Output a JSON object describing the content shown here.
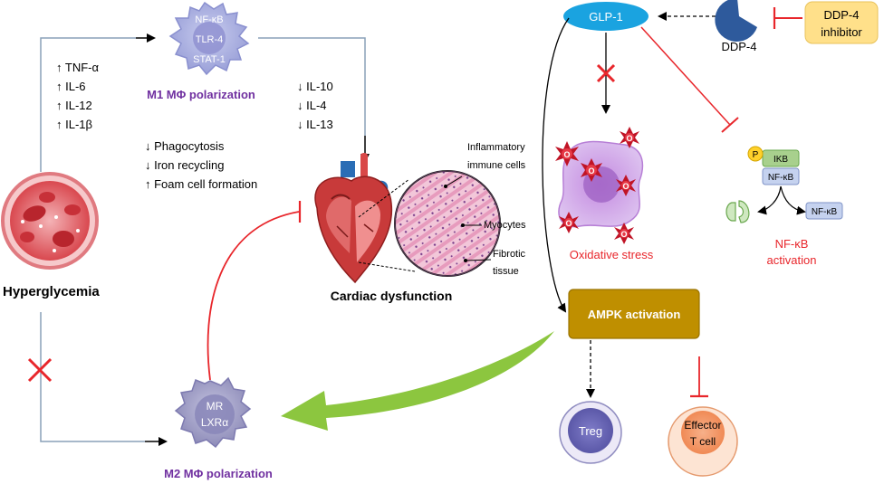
{
  "colors": {
    "purple": "#7030a0",
    "red_text": "#e8262b",
    "ampk_fill": "#bf8f00",
    "glp_fill": "#1aa3e0",
    "ddp4_shape": "#2e5a9c",
    "inhibitor_fill": "#ffe08a",
    "arrow_green": "#8cc63f",
    "inhibit_red": "#e8262b",
    "line_gray": "#8aa1b8"
  },
  "labels": {
    "hyperglycemia": "Hyperglycemia",
    "m1_cell": [
      "NF-κB",
      "TLR-4",
      "STAT-1"
    ],
    "m1_title": "M1 MΦ polarization",
    "m1_cytokines": [
      "↑ TNF-α",
      "↑ IL-6",
      "↑ IL-12",
      "↑ IL-1β"
    ],
    "m2_cytokines_down": [
      "↓ IL-10",
      "↓ IL-4",
      "↓ IL-13"
    ],
    "functions": [
      "↓ Phagocytosis",
      "↓ Iron recycling",
      "↑ Foam cell formation"
    ],
    "cardiac": "Cardiac dysfunction",
    "tissue": {
      "inflammatory": [
        "Inflammatory",
        "immune cells"
      ],
      "myocytes": "Myocytes",
      "fibrotic": [
        "Fibrotic",
        "tissue"
      ]
    },
    "m2_cell": [
      "MR",
      "LXRα"
    ],
    "m2_title": "M2 MΦ polarization",
    "glp1": "GLP-1",
    "ddp4": "DDP-4",
    "ddp4_inhibitor": [
      "DDP-4",
      "inhibitor"
    ],
    "oxidative": "Oxidative stress",
    "ampk": "AMPK activation",
    "treg": "Treg",
    "effector": [
      "Effector",
      "T cell"
    ],
    "p": "P",
    "ikb": "IKB",
    "nfkb": "NF-κB",
    "nfkb_free": "NF-κB",
    "nfkb_activation": [
      "NF-κB",
      "activation"
    ],
    "ros": "O"
  }
}
